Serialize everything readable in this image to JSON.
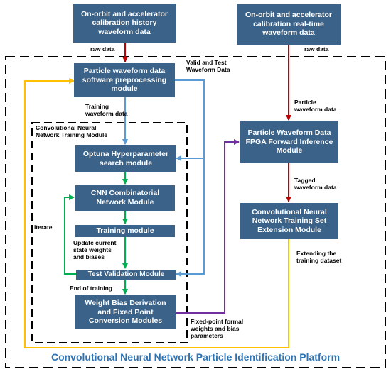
{
  "colors": {
    "box": "#3b6289",
    "red": "#c00000",
    "blue": "#5b9bd5",
    "green": "#00b050",
    "orange": "#ffc000",
    "purple": "#7030a0",
    "title": "#2e74b5"
  },
  "boxes": {
    "history_data": "On-orbit and accelerator\ncalibration history\nwaveform data",
    "realtime_data": "On-orbit and accelerator\ncalibration real-time\nwaveform data",
    "preprocessing": "Particle waveform data\nsoftware preprocessing\nmodule",
    "optuna": "Optuna Hyperparameter\nsearch module",
    "cnn_combinatorial": "CNN Combinatorial\nNetwork Module",
    "training": "Training module",
    "test_validation": "Test Validation Module",
    "weight_bias": "Weight Bias Derivation\nand Fixed Point\nConversion Modules",
    "fpga": "Particle Waveform Data\nFPGA Forward Inference\nModule",
    "training_set_ext": "Convolutional Neural\nNetwork Training Set\nExtension Module"
  },
  "labels": {
    "raw_data_left": "raw data",
    "raw_data_right": "raw data",
    "valid_test": "Valid and Test\nWaveform Data",
    "training_waveform": "Training\nwaveform data",
    "cnn_training_module": "Convolutional Neural\nNetwork Training Module",
    "particle_waveform": "Particle\nwaveform data",
    "tagged_waveform": "Tagged\nwaveform data",
    "iterate": "iterate",
    "update_weights": "Update current\nstate weights\nand biases",
    "end_of_training": "End of training",
    "extending_dataset": "Extending the\ntraining dataset",
    "fixed_point_params": "Fixed-point formal\nweights and bias\nparameters"
  },
  "title": "Convolutional Neural Network Particle Identification Platform"
}
